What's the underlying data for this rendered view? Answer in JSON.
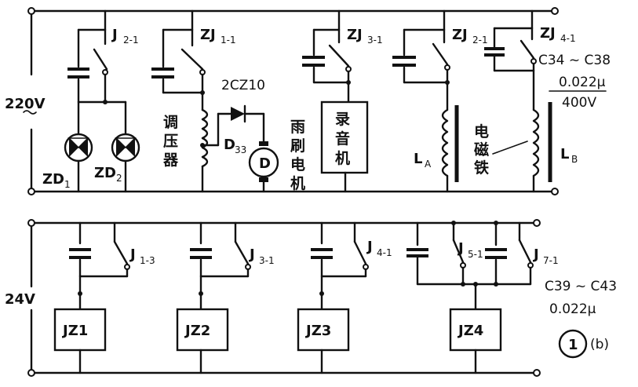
{
  "voltages": {
    "top": "220V",
    "bottom": "24V"
  },
  "top_labels": {
    "j21": "J",
    "j21_sub": "2-1",
    "zj11": "ZJ",
    "zj11_sub": "1-1",
    "zj31": "ZJ",
    "zj31_sub": "3-1",
    "zj21": "ZJ",
    "zj21_sub": "2-1",
    "zj41": "ZJ",
    "zj41_sub": "4-1",
    "diode": "2CZ10",
    "d33": "D",
    "d33_sub": "33",
    "motor": "D",
    "zd1": "ZD",
    "zd1_sub": "1",
    "zd2": "ZD",
    "zd2_sub": "2",
    "la": "L",
    "la_sub": "A",
    "lb": "L",
    "lb_sub": "B",
    "cap_range": "C34 ~ C38",
    "cap_value": "0.022μ",
    "cap_voltage": "400V"
  },
  "chinese": {
    "regulator": [
      "调",
      "压",
      "器"
    ],
    "wiper_motor": [
      "雨",
      "刷",
      "电",
      "机"
    ],
    "recorder": [
      "录",
      "音",
      "机"
    ],
    "electromagnet": [
      "电",
      "磁",
      "铁"
    ]
  },
  "bottom_labels": {
    "j13": "J",
    "j13_sub": "1-3",
    "j31": "J",
    "j31_sub": "3-1",
    "j41": "J",
    "j41_sub": "4-1",
    "j51": "J",
    "j51_sub": "5-1",
    "j71": "J",
    "j71_sub": "7-1",
    "cap_range": "C39 ~ C43",
    "cap_value": "0.022μ"
  },
  "relays": [
    "JZ1",
    "JZ2",
    "JZ3",
    "JZ4"
  ],
  "figure": {
    "number": "1",
    "suffix": "(b)"
  }
}
